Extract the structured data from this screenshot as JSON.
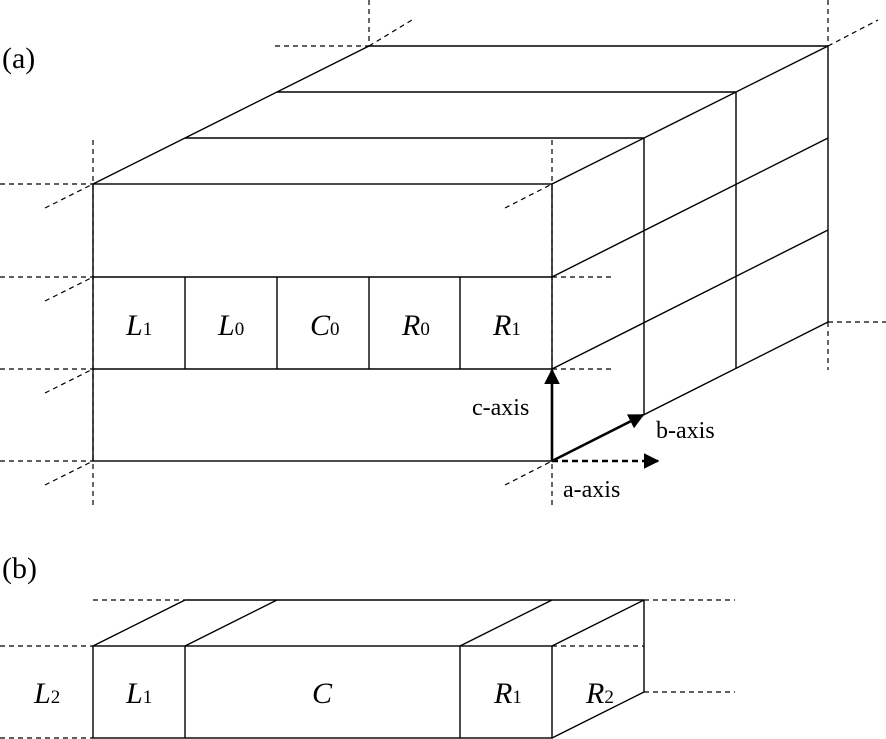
{
  "panel_a": {
    "label": "(a)",
    "cells": [
      {
        "main": "L",
        "sub": "1"
      },
      {
        "main": "L",
        "sub": "0"
      },
      {
        "main": "C",
        "sub": "0"
      },
      {
        "main": "R",
        "sub": "0"
      },
      {
        "main": "R",
        "sub": "1"
      }
    ],
    "axes": {
      "c": "c-axis",
      "b": "b-axis",
      "a": "a-axis"
    }
  },
  "panel_b": {
    "label": "(b)",
    "cells": [
      {
        "main": "L",
        "sub": "2"
      },
      {
        "main": "L",
        "sub": "1"
      },
      {
        "main": "C",
        "sub": ""
      },
      {
        "main": "R",
        "sub": "1"
      },
      {
        "main": "R",
        "sub": "2"
      }
    ]
  }
}
